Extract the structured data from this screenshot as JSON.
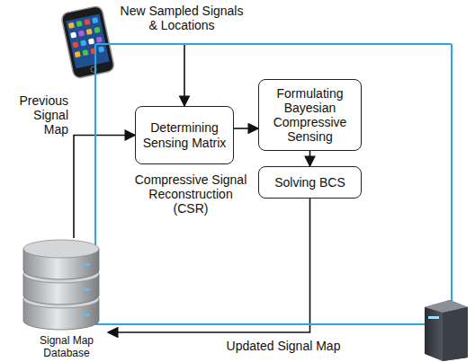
{
  "diagram": {
    "nodes": [
      {
        "text": [
          "New Sampled Signals & Locations"
        ]
      },
      {
        "text": [
          "Compressive Signal Reconstruction (CSR)"
        ]
      },
      {
        "text": [
          "Determining Sensing Matrix"
        ],
        "in": 1
      },
      {
        "text": [
          "Formulating Bayesian Compressive Sensing"
        ],
        "in": 1
      },
      {
        "text": [
          "Solving BCS"
        ],
        "in": 1
      },
      {
        "text": [
          "Signal Map Database"
        ]
      }
    ],
    "edges": [
      {
        "from": 0,
        "to": 2,
        "arrow": "to"
      },
      {
        "from": 5,
        "to": 2,
        "label": "Previous Signal Map",
        "arrow": "to"
      },
      {
        "from": 2,
        "to": 3,
        "arrow": "to"
      },
      {
        "from": 3,
        "to": 4,
        "arrow": "to"
      },
      {
        "from": 4,
        "to": 5,
        "label": "Updated Signal Map",
        "arrow": "to"
      }
    ]
  }
}
